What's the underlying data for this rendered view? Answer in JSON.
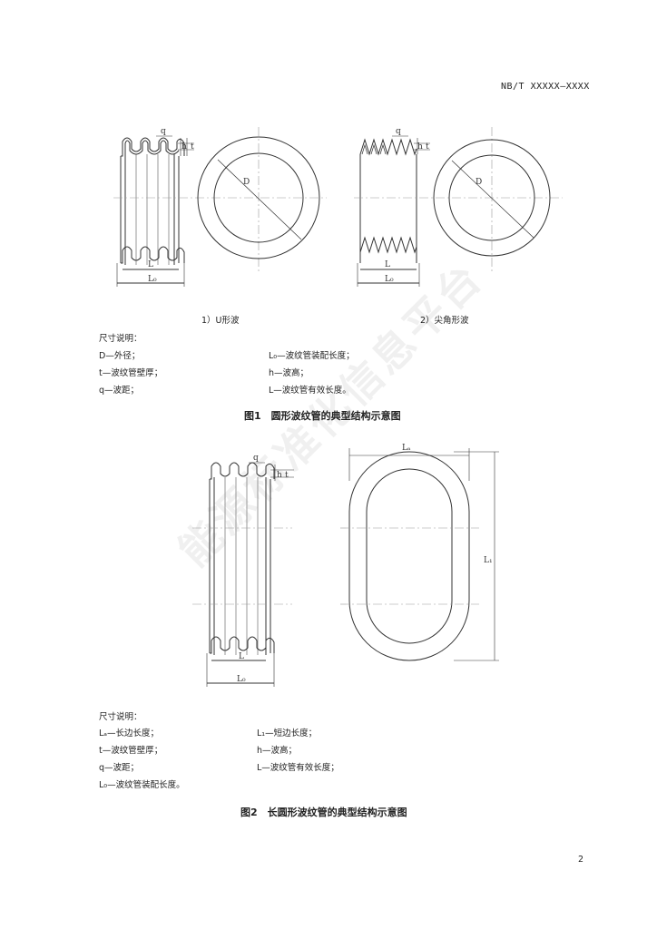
{
  "header": {
    "standard": "NB/T XXXXX—XXXX"
  },
  "figure1": {
    "sub_a": "1）U形波",
    "sub_b": "2）尖角形波",
    "legend_title": "尺寸说明：",
    "legend_left": [
      "D—外径；",
      "t—波纹管壁厚；",
      "q—波距；"
    ],
    "legend_right": [
      "L₀—波纹管装配长度；",
      "h—波高；",
      "L—波纹管有效长度。"
    ],
    "caption": "图1　圆形波纹管的典型结构示意图",
    "labels": {
      "q": "q",
      "h": "h",
      "t": "t",
      "D": "D",
      "L": "L",
      "L0": "L₀"
    }
  },
  "figure2": {
    "legend_title": "尺寸说明：",
    "legend_left": [
      "Lₐ—长边长度；",
      "t—波纹管壁厚；",
      "q—波距；",
      "L₀—波纹管装配长度。"
    ],
    "legend_right": [
      "L₁—短边长度；",
      "h—波高；",
      "L—波纹管有效长度；"
    ],
    "caption": "图2　长圆形波纹管的典型结构示意图",
    "labels": {
      "q": "q",
      "h": "h",
      "t": "t",
      "L": "L",
      "L0": "L₀",
      "La": "Lₐ",
      "Lb": "L₁"
    }
  },
  "watermark": "能源标准化信息平台",
  "page_number": "2"
}
